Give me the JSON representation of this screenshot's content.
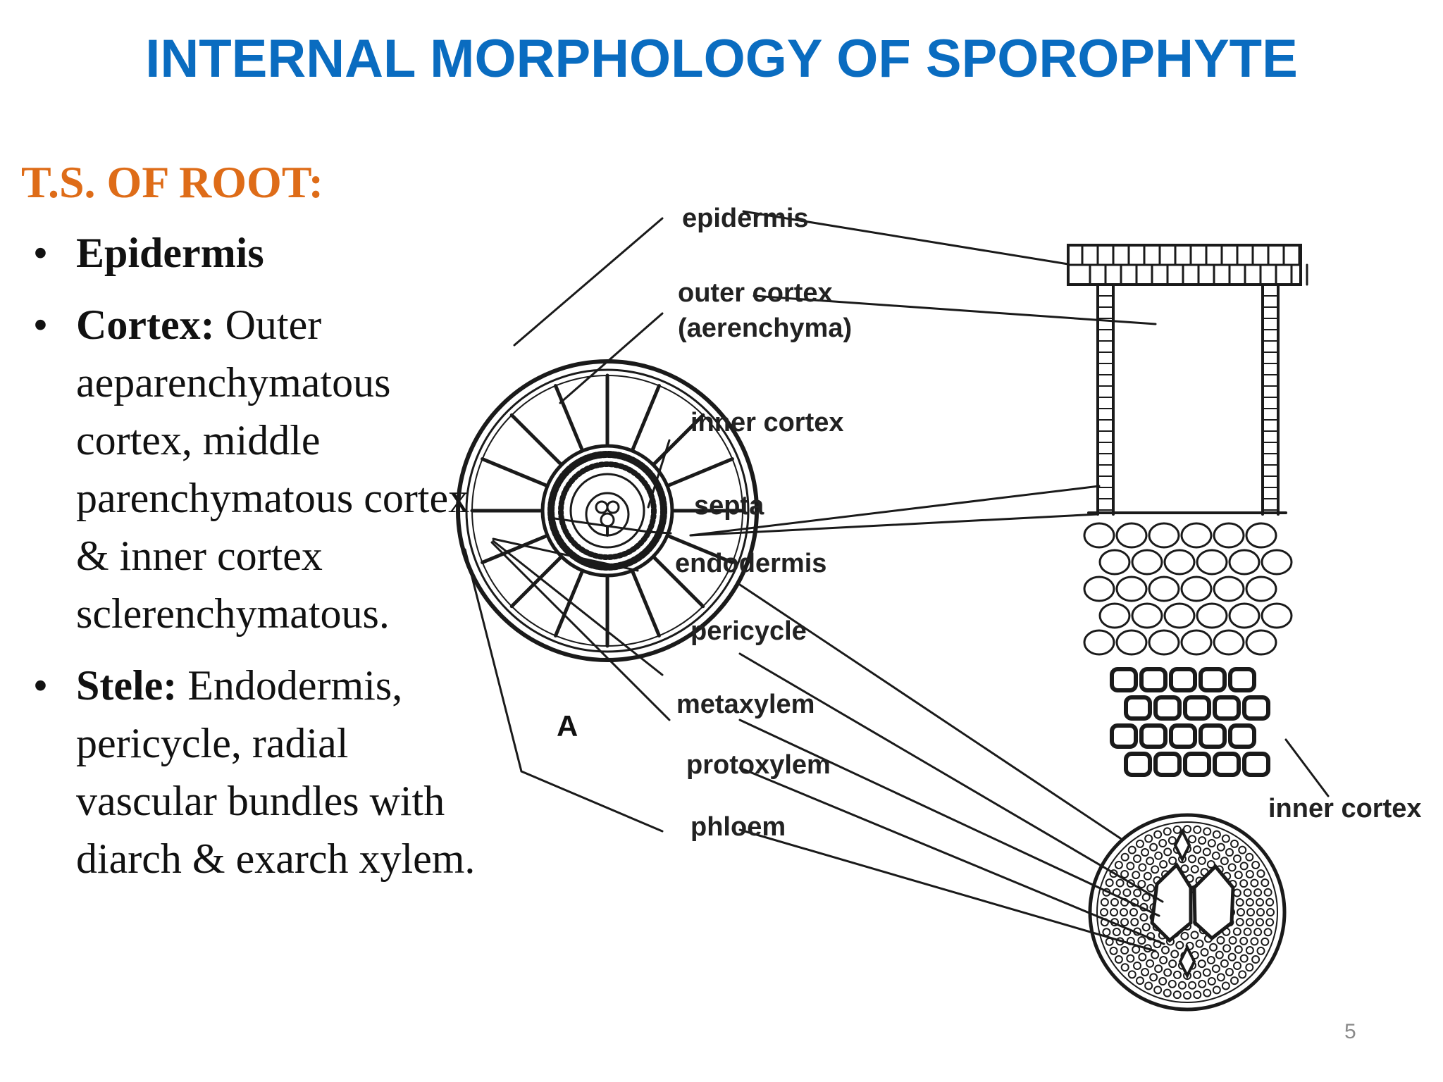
{
  "slide": {
    "title": "INTERNAL MORPHOLOGY OF SPOROPHYTE",
    "subheading": "T.S. OF ROOT:",
    "bullets": [
      {
        "bold": "Epidermis",
        "text": ""
      },
      {
        "bold": "Cortex:",
        "text": " Outer aeparenchymatous cortex, middle parenchymatous cortex & inner cortex sclerenchymatous."
      },
      {
        "bold": "Stele:",
        "text": " Endodermis, pericycle, radial vascular bundles with diarch & exarch xylem."
      }
    ],
    "page_number": "5"
  },
  "diagram": {
    "figure_label": "A",
    "labels": {
      "epidermis": "epidermis",
      "outer_cortex": "outer cortex",
      "aerenchyma": "(aerenchyma)",
      "inner_cortex": "inner cortex",
      "septa": "septa",
      "endodermis": "endodermis",
      "pericycle": "pericycle",
      "metaxylem": "metaxylem",
      "protoxylem": "protoxylem",
      "phloem": "phloem",
      "inner_cortex_right": "inner cortex"
    }
  }
}
